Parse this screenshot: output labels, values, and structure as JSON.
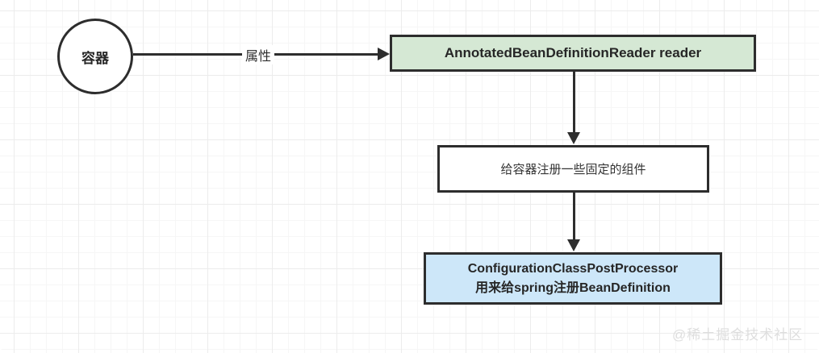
{
  "diagram": {
    "nodes": {
      "container_circle": {
        "label": "容器",
        "shape": "circle",
        "fill": "#ffffff"
      },
      "reader": {
        "label": "AnnotatedBeanDefinitionReader reader",
        "shape": "rectangle",
        "fill": "#d5e8d4"
      },
      "register": {
        "label": "给容器注册一些固定的组件",
        "shape": "rectangle",
        "fill": "#ffffff"
      },
      "processor": {
        "line1": "ConfigurationClassPostProcessor",
        "line2": "用来给spring注册BeanDefinition",
        "shape": "rectangle",
        "fill": "#cde7f9"
      }
    },
    "edges": {
      "container_to_reader": {
        "label": "属性",
        "direction": "right"
      },
      "reader_to_register": {
        "label": "",
        "direction": "down"
      },
      "register_to_processor": {
        "label": "",
        "direction": "down"
      }
    },
    "watermark": {
      "text": "@稀土掘金技术社区"
    },
    "colors": {
      "stroke": "#2d2d2d",
      "node_green": "#d5e8d4",
      "node_blue": "#cde7f9",
      "grid_minor": "#f6f6f6",
      "grid_major": "#ececec",
      "watermark": "#dedede"
    }
  }
}
